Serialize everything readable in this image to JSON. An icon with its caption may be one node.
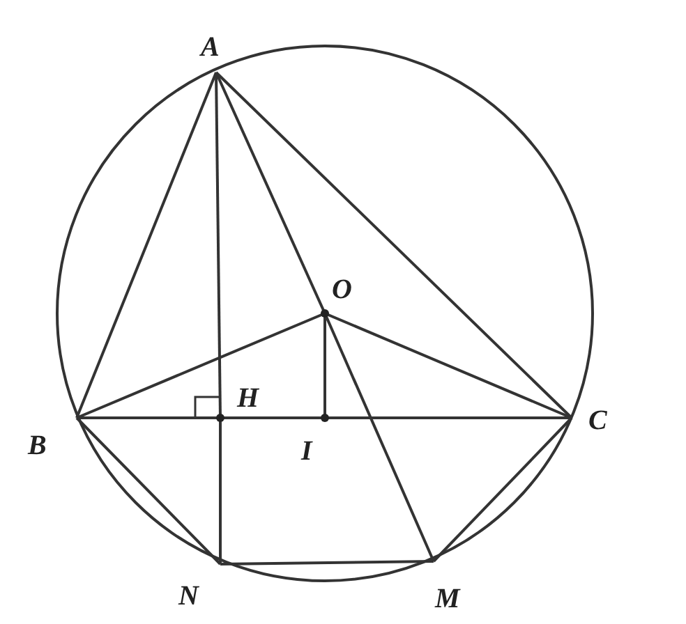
{
  "diagram": {
    "nodes": [
      {
        "text": [
          "A"
        ]
      },
      {
        "text": [
          "B"
        ]
      },
      {
        "text": [
          "C"
        ]
      },
      {
        "text": [
          "O"
        ]
      },
      {
        "text": [
          "H"
        ]
      },
      {
        "text": [
          "I"
        ]
      },
      {
        "text": [
          "N"
        ]
      },
      {
        "text": [
          "M"
        ]
      }
    ],
    "edges": [
      {
        "from": 0,
        "to": 1,
        "arrow": "none"
      },
      {
        "from": 0,
        "to": 2,
        "arrow": "none"
      },
      {
        "from": 0,
        "to": 3,
        "arrow": "none"
      },
      {
        "from": 0,
        "to": 4,
        "arrow": "none"
      },
      {
        "from": 4,
        "to": 6,
        "arrow": "none"
      },
      {
        "from": 1,
        "to": 4,
        "arrow": "none"
      },
      {
        "from": 4,
        "to": 5,
        "arrow": "none"
      },
      {
        "from": 5,
        "to": 2,
        "arrow": "none"
      },
      {
        "from": 1,
        "to": 3,
        "arrow": "none"
      },
      {
        "from": 3,
        "to": 2,
        "arrow": "none"
      },
      {
        "from": 3,
        "to": 5,
        "arrow": "none"
      },
      {
        "from": 3,
        "to": 7,
        "arrow": "none"
      },
      {
        "from": 1,
        "to": 6,
        "arrow": "none"
      },
      {
        "from": 6,
        "to": 7,
        "arrow": "none"
      },
      {
        "from": 2,
        "to": 7,
        "arrow": "none"
      }
    ]
  }
}
